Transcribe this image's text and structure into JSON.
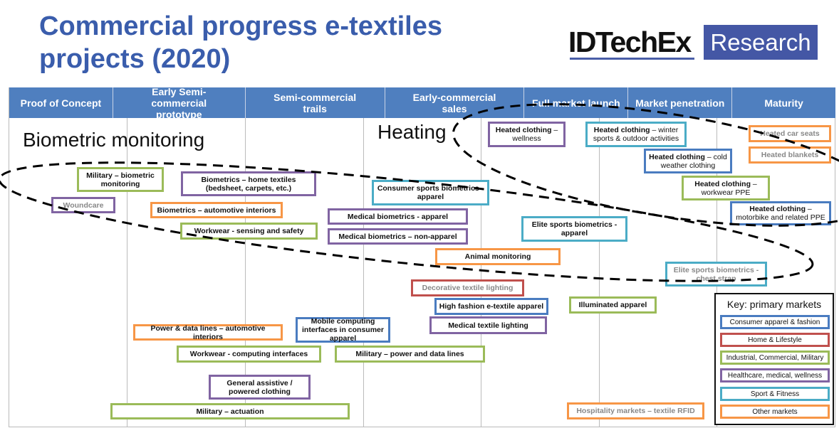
{
  "title": {
    "line1": "Commercial progress e-textiles",
    "line2": "projects (2020)"
  },
  "logo": {
    "main": "IDTechEx",
    "box": "Research"
  },
  "columns": [
    "Proof of Concept",
    "Early Semi-commercial prototype",
    "Semi-commercial trails",
    "Early-commercial sales",
    "Full market launch",
    "Market penetration",
    "Maturity"
  ],
  "regions": {
    "biometric": "Biometric monitoring",
    "heating": "Heating"
  },
  "items": [
    {
      "label": "Military – biometric monitoring",
      "market": "Industrial, Commercial, Military"
    },
    {
      "label": "Woundcare",
      "market": "Healthcare, medical, wellness",
      "muted": true
    },
    {
      "label": "Biometrics – home textiles (bedsheet, carpets, etc.)",
      "market": "Healthcare, medical, wellness"
    },
    {
      "label": "Biometrics – automotive interiors",
      "market": "Other markets"
    },
    {
      "label": "Workwear - sensing and safety",
      "market": "Industrial, Commercial, Military"
    },
    {
      "label": "Consumer sports biometrics - apparel",
      "market": "Sport & Fitness"
    },
    {
      "label": "Medical biometrics - apparel",
      "market": "Healthcare, medical, wellness"
    },
    {
      "label": "Medical biometrics – non-apparel",
      "market": "Healthcare, medical, wellness"
    },
    {
      "bold": "Heated clothing",
      "rest": " – wellness",
      "market": "Healthcare, medical, wellness"
    },
    {
      "bold": "Heated clothing",
      "rest": " – winter sports & outdoor activities",
      "market": "Sport & Fitness"
    },
    {
      "bold": "Heated clothing",
      "rest": " – cold weather clothing",
      "market": "Consumer apparel & fashion"
    },
    {
      "bold": "Heated clothing",
      "rest": " – workwear PPE",
      "market": "Industrial, Commercial, Military"
    },
    {
      "bold": "Heated clothing",
      "rest": " – motorbike and related PPE",
      "market": "Consumer apparel & fashion"
    },
    {
      "label": "Heated car seats",
      "market": "Other markets",
      "muted": true
    },
    {
      "label": "Heated blankets",
      "market": "Other markets",
      "muted": true
    },
    {
      "label": "Elite sports biometrics - apparel",
      "market": "Sport & Fitness"
    },
    {
      "label": "Animal monitoring",
      "market": "Other markets"
    },
    {
      "label": "Elite sports biometrics - chest strap",
      "market": "Sport & Fitness",
      "muted": true
    },
    {
      "label": "Decorative textile lighting",
      "market": "Home & Lifestyle",
      "muted": true
    },
    {
      "label": "High fashion e-textile apparel",
      "market": "Consumer apparel & fashion"
    },
    {
      "label": "Illuminated apparel",
      "market": "Industrial, Commercial, Military"
    },
    {
      "label": "Medical textile lighting",
      "market": "Healthcare, medical, wellness"
    },
    {
      "label": "Mobile computing interfaces in consumer apparel",
      "market": "Consumer apparel & fashion"
    },
    {
      "label": "Power & data lines – automotive interiors",
      "market": "Other markets"
    },
    {
      "label": "Workwear - computing interfaces",
      "market": "Industrial, Commercial, Military"
    },
    {
      "label": "Military – power and data lines",
      "market": "Industrial, Commercial, Military"
    },
    {
      "label": "General assistive / powered clothing",
      "market": "Healthcare, medical, wellness"
    },
    {
      "label": "Military – actuation",
      "market": "Industrial, Commercial, Military"
    },
    {
      "label": "Hospitality markets – textile RFID",
      "market": "Other markets",
      "muted": true
    }
  ],
  "key": {
    "title": "Key: primary markets",
    "items": [
      {
        "label": "Consumer apparel & fashion",
        "color": "#4a7cc0"
      },
      {
        "label": "Home & Lifestyle",
        "color": "#c0504d"
      },
      {
        "label": "Industrial, Commercial, Military",
        "color": "#9bbb59"
      },
      {
        "label": "Healthcare, medical, wellness",
        "color": "#8064a2"
      },
      {
        "label": "Sport & Fitness",
        "color": "#4bacc6"
      },
      {
        "label": "Other markets",
        "color": "#f79646"
      }
    ]
  }
}
